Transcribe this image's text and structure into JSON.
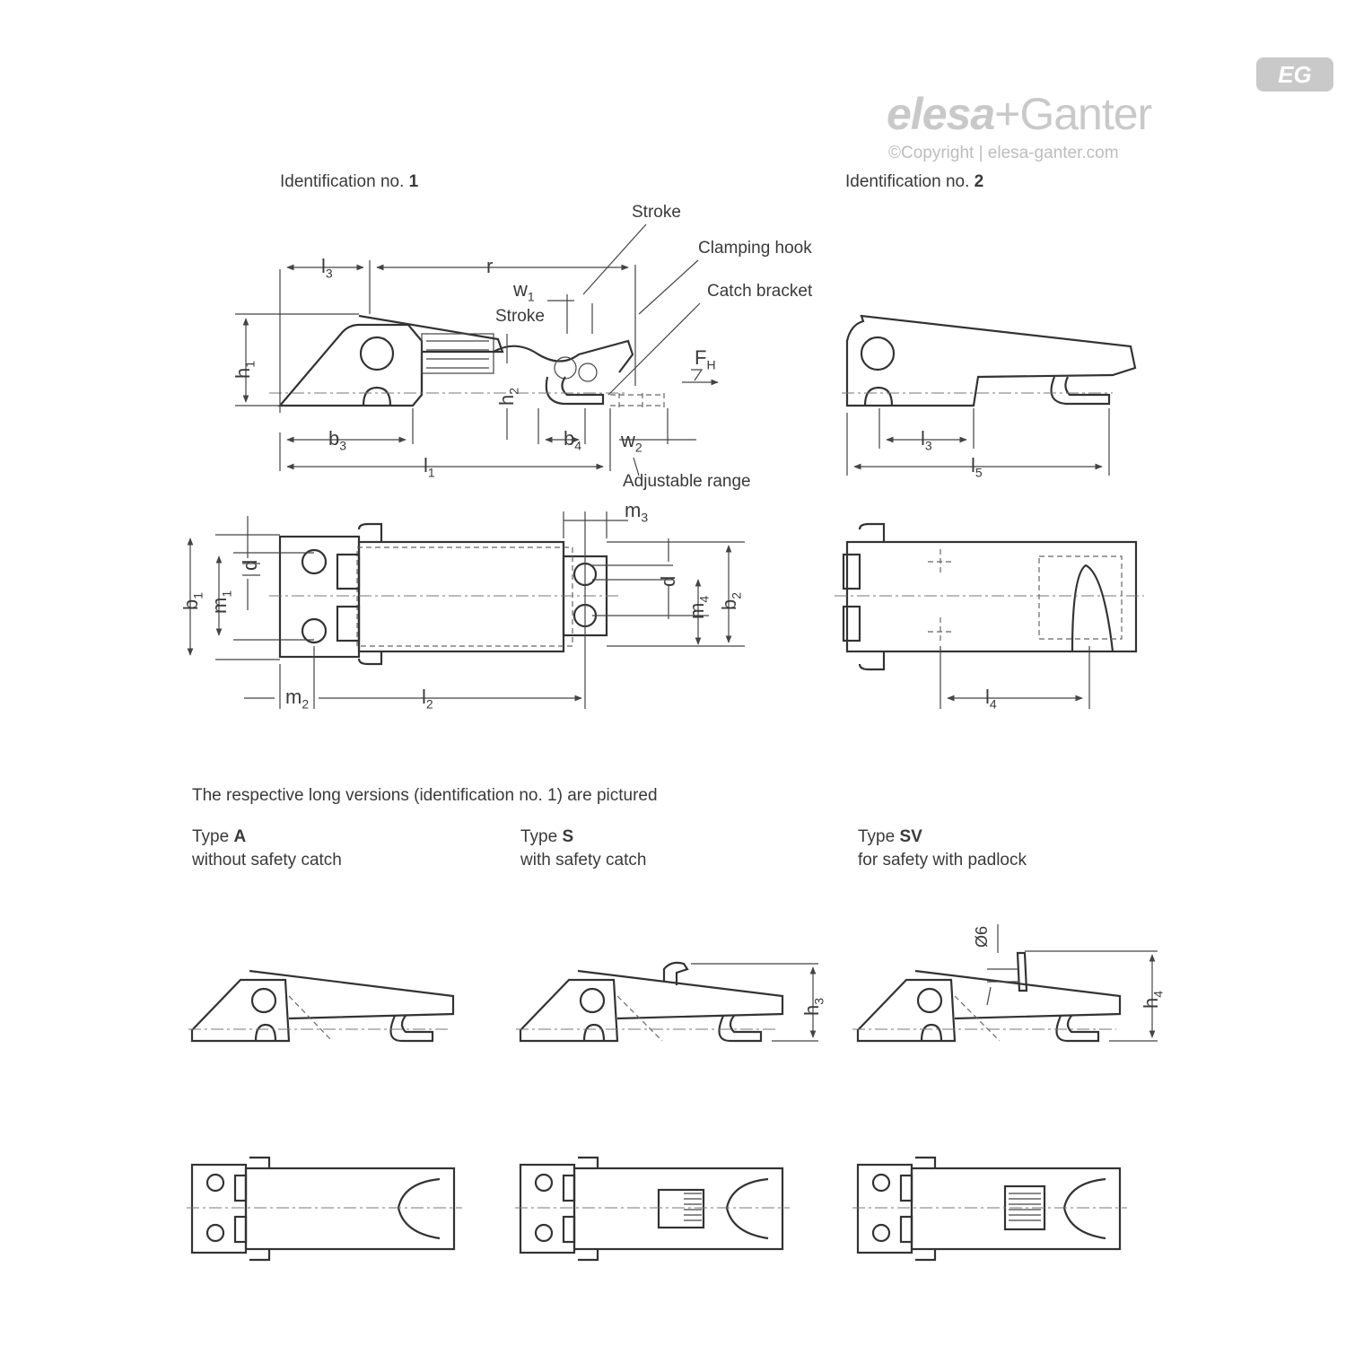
{
  "brand": {
    "logo_badge": "EG",
    "name_part1": "elesa",
    "plus": "+",
    "name_part2": "Ganter",
    "copyright": "©Copyright | elesa-ganter.com"
  },
  "section1": {
    "title": "Identification no.",
    "number": "1",
    "labels": {
      "stroke_top": "Stroke",
      "clamping_hook": "Clamping hook",
      "catch_bracket": "Catch bracket",
      "stroke_mid": "Stroke",
      "adjustable_range": "Adjustable range"
    },
    "dims": {
      "l3": "l",
      "l3_sub": "3",
      "r": "r",
      "w1": "w",
      "w1_sub": "1",
      "h1": "h",
      "h1_sub": "1",
      "h2": "h",
      "h2_sub": "2",
      "fh": "F",
      "fh_sub": "H",
      "b3": "b",
      "b3_sub": "3",
      "b4": "b",
      "b4_sub": "4",
      "w2": "w",
      "w2_sub": "2",
      "l1": "l",
      "l1_sub": "1",
      "m3": "m",
      "m3_sub": "3",
      "d_left": "d",
      "d_right": "d",
      "b1": "b",
      "b1_sub": "1",
      "m1": "m",
      "m1_sub": "1",
      "m4": "m",
      "m4_sub": "4",
      "b2": "b",
      "b2_sub": "2",
      "m2": "m",
      "m2_sub": "2",
      "l2": "l",
      "l2_sub": "2"
    }
  },
  "section2": {
    "title": "Identification no.",
    "number": "2",
    "dims": {
      "l3": "l",
      "l3_sub": "3",
      "l5": "l",
      "l5_sub": "5",
      "l4": "l",
      "l4_sub": "4"
    }
  },
  "types": {
    "note": "The respective long versions (identification no. 1) are pictured",
    "items": [
      {
        "prefix": "Type",
        "code": "A",
        "desc": "without safety catch"
      },
      {
        "prefix": "Type",
        "code": "S",
        "desc": "with safety catch"
      },
      {
        "prefix": "Type",
        "code": "SV",
        "desc": "for safety with padlock"
      }
    ],
    "dims": {
      "h3": "h",
      "h3_sub": "3",
      "h4": "h",
      "h4_sub": "4",
      "dia6": "Ø6"
    }
  }
}
